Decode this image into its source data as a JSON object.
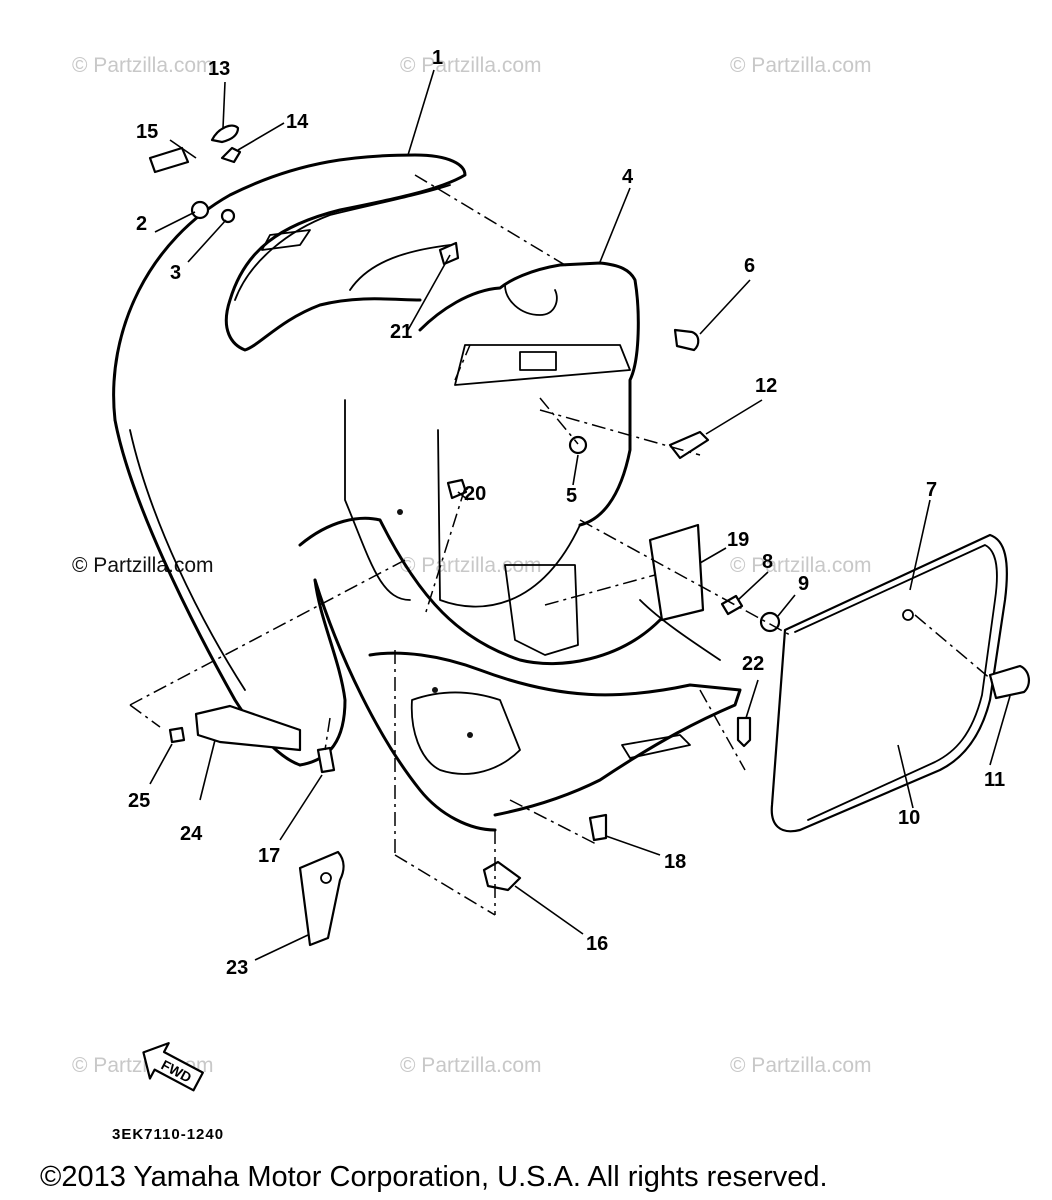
{
  "watermark": "© Partzilla.com",
  "drawing_number": "3EK7110-1240",
  "fwd_label": "FWD",
  "copyright": "©2013 Yamaha Motor Corporation, U.S.A. All rights reserved.",
  "callouts": [
    "1",
    "2",
    "3",
    "4",
    "5",
    "6",
    "7",
    "8",
    "9",
    "10",
    "11",
    "12",
    "13",
    "14",
    "15",
    "16",
    "17",
    "18",
    "19",
    "20",
    "21",
    "22",
    "23",
    "24",
    "25"
  ]
}
